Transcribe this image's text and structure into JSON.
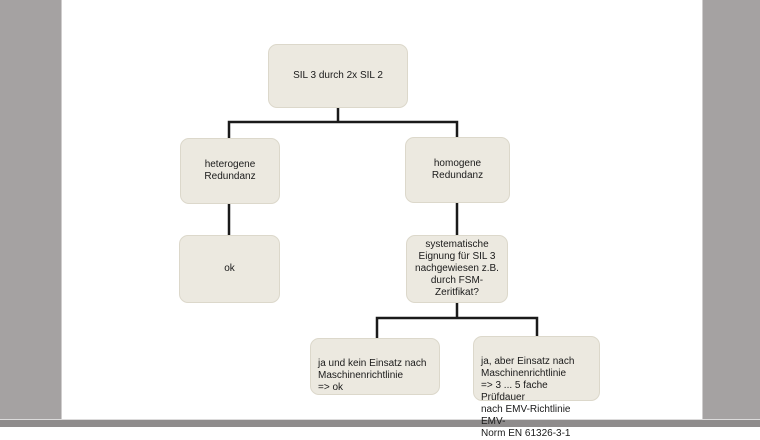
{
  "diagram": {
    "nodes": {
      "root": {
        "label": "SIL 3 durch 2x SIL 2"
      },
      "heterogene": {
        "label": "heterogene\nRedundanz"
      },
      "homogene": {
        "label": "homogene\nRedundanz"
      },
      "ok": {
        "label": "ok"
      },
      "systematisch": {
        "label": "systematische\nEignung für SIL 3\nnachgewiesen z.B.\ndurch FSM-Zeritfikat?"
      },
      "kein_einsatz": {
        "label": "ja und kein Einsatz nach\nMaschinenrichtlinie\n=> ok"
      },
      "einsatz": {
        "label": "ja, aber Einsatz nach\nMaschinenrichtlinie\n=> 3 ... 5 fache  Prüfdauer\nnach EMV-Richtlinie EMV-\nNorm EN 61326-3-1"
      }
    },
    "colors": {
      "node_fill": "#ece9e0",
      "node_border": "#dcd8cb",
      "connector": "#1a1a1a",
      "slide_bg": "#ffffff",
      "side_gutter": "#a5a2a2",
      "bottom_bar": "#8f8c8c"
    }
  }
}
